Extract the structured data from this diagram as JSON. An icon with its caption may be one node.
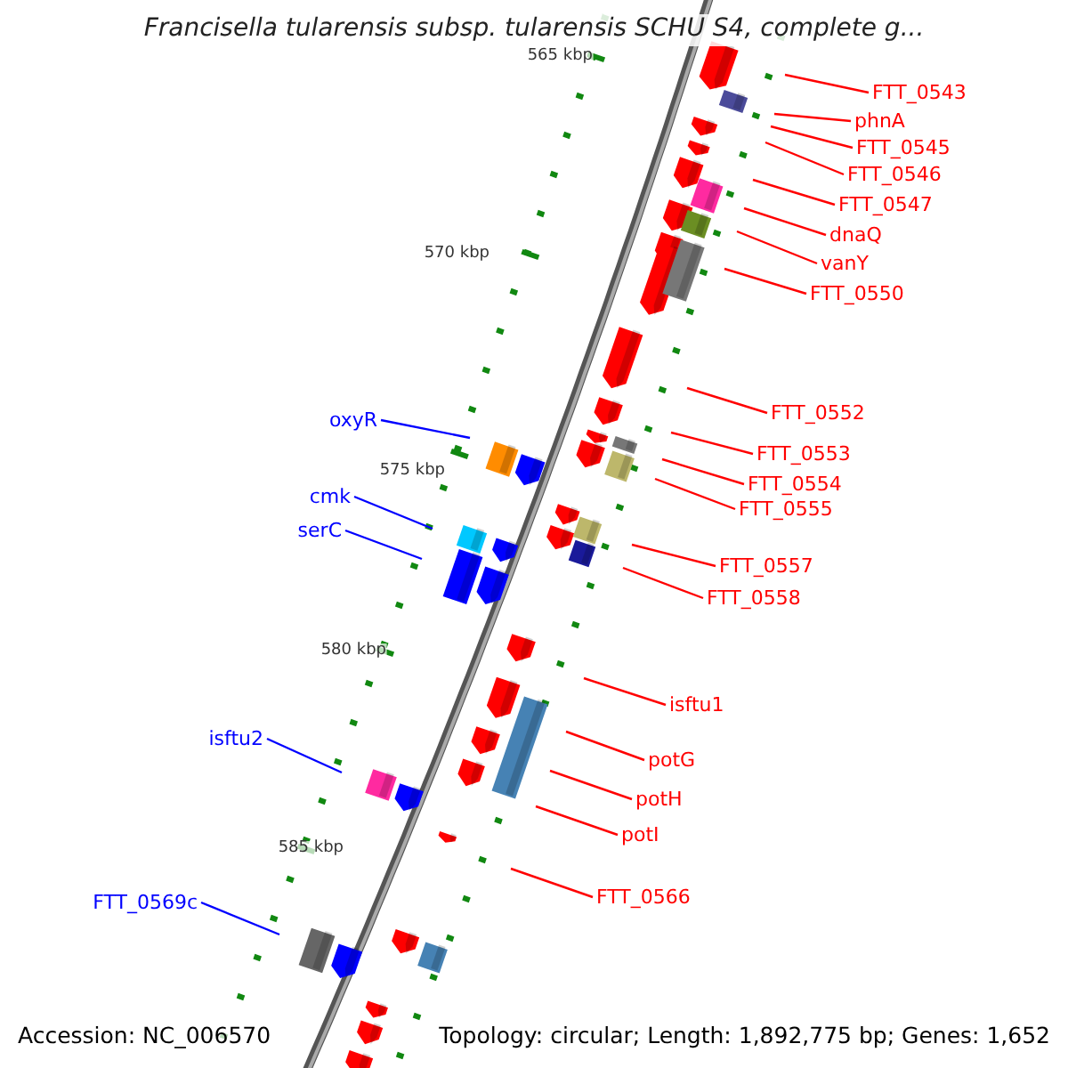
{
  "diagram": {
    "title": "Francisella tularensis subsp. tularensis SCHU S4, complete g...",
    "nodes": [
      {
        "text": [
          "FTT_0543"
        ]
      },
      {
        "text": [
          "phnA"
        ]
      },
      {
        "text": [
          "FTT_0545"
        ]
      },
      {
        "text": [
          "FTT_0546"
        ]
      },
      {
        "text": [
          "FTT_0547"
        ]
      },
      {
        "text": [
          "dnaQ"
        ]
      },
      {
        "text": [
          "vanY"
        ]
      },
      {
        "text": [
          "FTT_0550"
        ]
      },
      {
        "text": [
          "FTT_0552"
        ]
      },
      {
        "text": [
          "FTT_0553"
        ]
      },
      {
        "text": [
          "FTT_0554"
        ]
      },
      {
        "text": [
          "FTT_0555"
        ]
      },
      {
        "text": [
          "FTT_0557"
        ]
      },
      {
        "text": [
          "FTT_0558"
        ]
      },
      {
        "text": [
          "isftu1"
        ]
      },
      {
        "text": [
          "potG"
        ]
      },
      {
        "text": [
          "potH"
        ]
      },
      {
        "text": [
          "potI"
        ]
      },
      {
        "text": [
          "FTT_0566"
        ]
      },
      {
        "text": [
          "oxyR"
        ]
      },
      {
        "text": [
          "cmk"
        ]
      },
      {
        "text": [
          "serC"
        ]
      },
      {
        "text": [
          "isftu2"
        ]
      },
      {
        "text": [
          "FTT_0569c"
        ]
      }
    ],
    "edges": [
      {
        "from": 0,
        "to": null,
        "arrow": "none"
      },
      {
        "from": 1,
        "to": null,
        "arrow": "none"
      },
      {
        "from": 2,
        "to": null,
        "arrow": "none"
      },
      {
        "from": 3,
        "to": null,
        "arrow": "none"
      },
      {
        "from": 4,
        "to": null,
        "arrow": "none"
      },
      {
        "from": 5,
        "to": null,
        "arrow": "none"
      },
      {
        "from": 6,
        "to": null,
        "arrow": "none"
      },
      {
        "from": 7,
        "to": null,
        "arrow": "none"
      },
      {
        "from": 8,
        "to": null,
        "arrow": "none"
      },
      {
        "from": 9,
        "to": null,
        "arrow": "none"
      },
      {
        "from": 10,
        "to": null,
        "arrow": "none"
      },
      {
        "from": 11,
        "to": null,
        "arrow": "none"
      },
      {
        "from": 12,
        "to": null,
        "arrow": "none"
      },
      {
        "from": 13,
        "to": null,
        "arrow": "none"
      },
      {
        "from": 14,
        "to": null,
        "arrow": "none"
      },
      {
        "from": 15,
        "to": null,
        "arrow": "none"
      },
      {
        "from": 16,
        "to": null,
        "arrow": "none"
      },
      {
        "from": 17,
        "to": null,
        "arrow": "none"
      },
      {
        "from": 18,
        "to": null,
        "arrow": "none"
      },
      {
        "from": 19,
        "to": null,
        "arrow": "none",
        "color": "#0000ff"
      },
      {
        "from": 20,
        "to": null,
        "arrow": "none",
        "color": "#0000ff"
      },
      {
        "from": 21,
        "to": null,
        "arrow": "none",
        "color": "#0000ff"
      },
      {
        "from": 22,
        "to": null,
        "arrow": "none",
        "color": "#0000ff"
      },
      {
        "from": 23,
        "to": null,
        "arrow": "none",
        "color": "#0000ff"
      }
    ],
    "labels": [
      "565 kbp",
      "570 kbp",
      "575 kbp",
      "580 kbp",
      "585 kbp",
      "Accession: NC_006570",
      "Topology: circular; Length: 1,892,775 bp; Genes: 1,652"
    ]
  }
}
